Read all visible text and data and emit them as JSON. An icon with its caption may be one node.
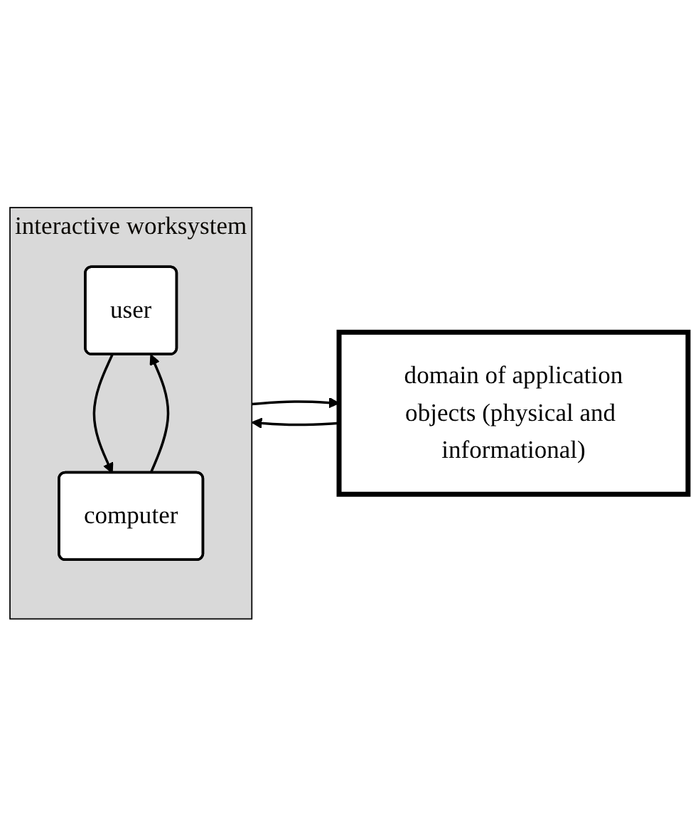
{
  "diagram": {
    "nodes": [
      {
        "text": [
          "domain of application",
          "objects (physical and informational)"
        ]
      },
      {
        "text": [
          "interactive worksystem"
        ]
      },
      {
        "text": [
          "user"
        ],
        "in": 1
      },
      {
        "text": [
          "computer"
        ],
        "in": 1
      }
    ],
    "edges": [
      {
        "from": 0,
        "to": 1,
        "arrow": "to"
      },
      {
        "from": 1,
        "to": 0,
        "arrow": "to"
      },
      {
        "from": 3,
        "to": 2,
        "arrow": "to"
      },
      {
        "from": 2,
        "to": 3,
        "arrow": "to"
      }
    ]
  }
}
